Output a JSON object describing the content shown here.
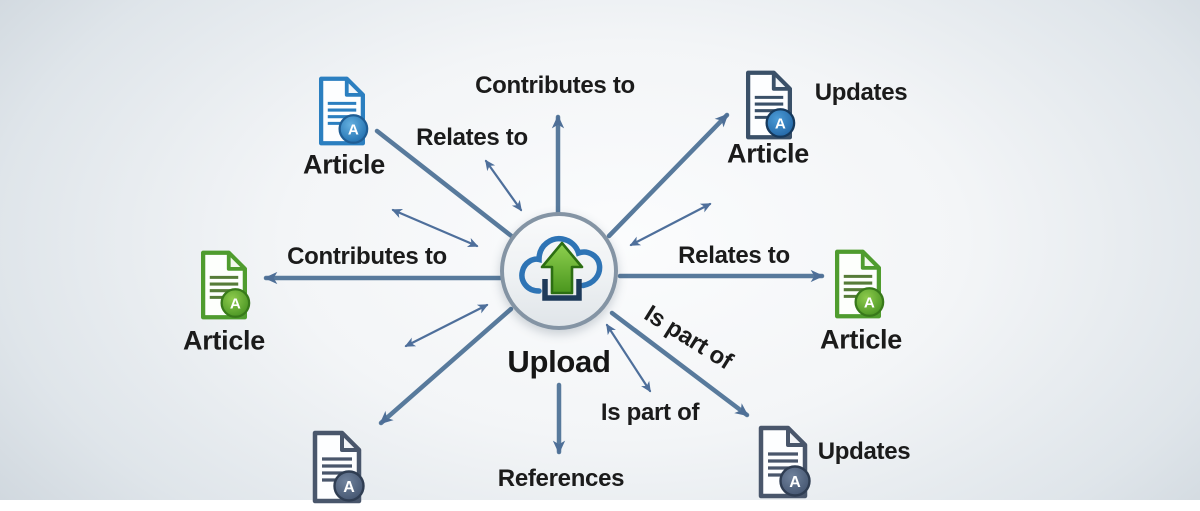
{
  "hub": {
    "label": "Upload",
    "icon": "cloud-upload-icon"
  },
  "badge_letter": "A",
  "nodes": {
    "top_left": {
      "label": "Article",
      "color": "blue"
    },
    "top_right": {
      "label": "Article",
      "color": "dark-blue"
    },
    "left": {
      "label": "Article",
      "color": "green"
    },
    "right": {
      "label": "Article",
      "color": "green"
    },
    "bottom_left": {
      "color": "dark-slate"
    },
    "bottom_right": {
      "color": "dark-slate"
    }
  },
  "relations": {
    "top": "Contributes to",
    "upper_left": "Relates to",
    "top_right": "Updates",
    "left": "Contributes to",
    "right": "Relates to",
    "lower_right_diagonal": "Is part of",
    "lower_middle": "Is part of",
    "bottom": "References",
    "bottom_right": "Updates"
  },
  "colors": {
    "arrow_thick": "#587a9c",
    "arrow_thin": "#4e6f9b",
    "text": "#1b1b1b",
    "blue_doc": "#2b7fc0",
    "green_doc": "#4f9c2e",
    "slate_doc": "#49566b",
    "cloud_blue": "#2e74b5",
    "tray_navy": "#1e3a5a",
    "arrow_green": "#5aab2e"
  }
}
